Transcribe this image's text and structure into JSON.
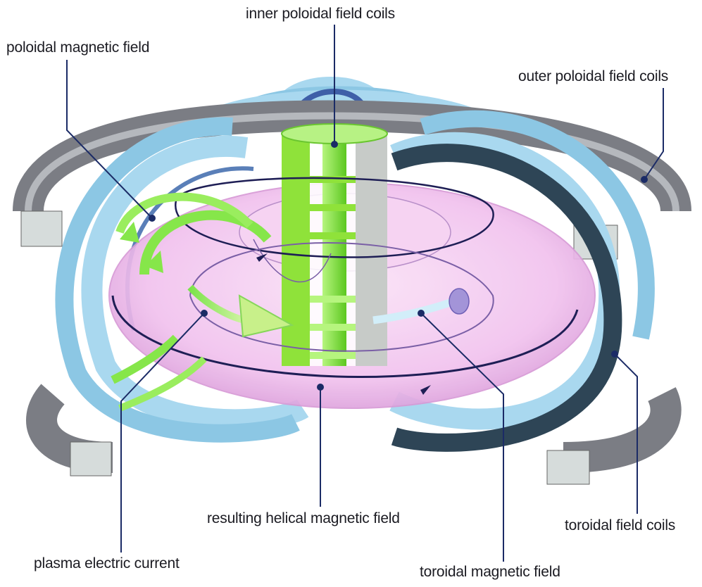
{
  "labels": {
    "inner_poloidal_field_coils": "inner poloidal field coils",
    "poloidal_magnetic_field": "poloidal magnetic field",
    "outer_poloidal_field_coils": "outer poloidal field coils",
    "resulting_helical_magnetic_field": "resulting helical magnetic field",
    "toroidal_field_coils": "toroidal field coils",
    "plasma_electric_current": "plasma electric current",
    "toroidal_magnetic_field": "toroidal magnetic field"
  },
  "colors": {
    "plasma": "#f3c6ef",
    "plasma_edge": "#d79ad6",
    "toroidal_coil_light": "#a9d8ef",
    "toroidal_coil_dark": "#2e4556",
    "poloidal_coil": "#7b7d84",
    "poloidal_coil_face": "#d6dcdb",
    "central_solenoid": "#8fe23a",
    "green_arrow": "#86e64a",
    "leader_line": "#1b2b66",
    "field_line": "#1e1e55"
  }
}
